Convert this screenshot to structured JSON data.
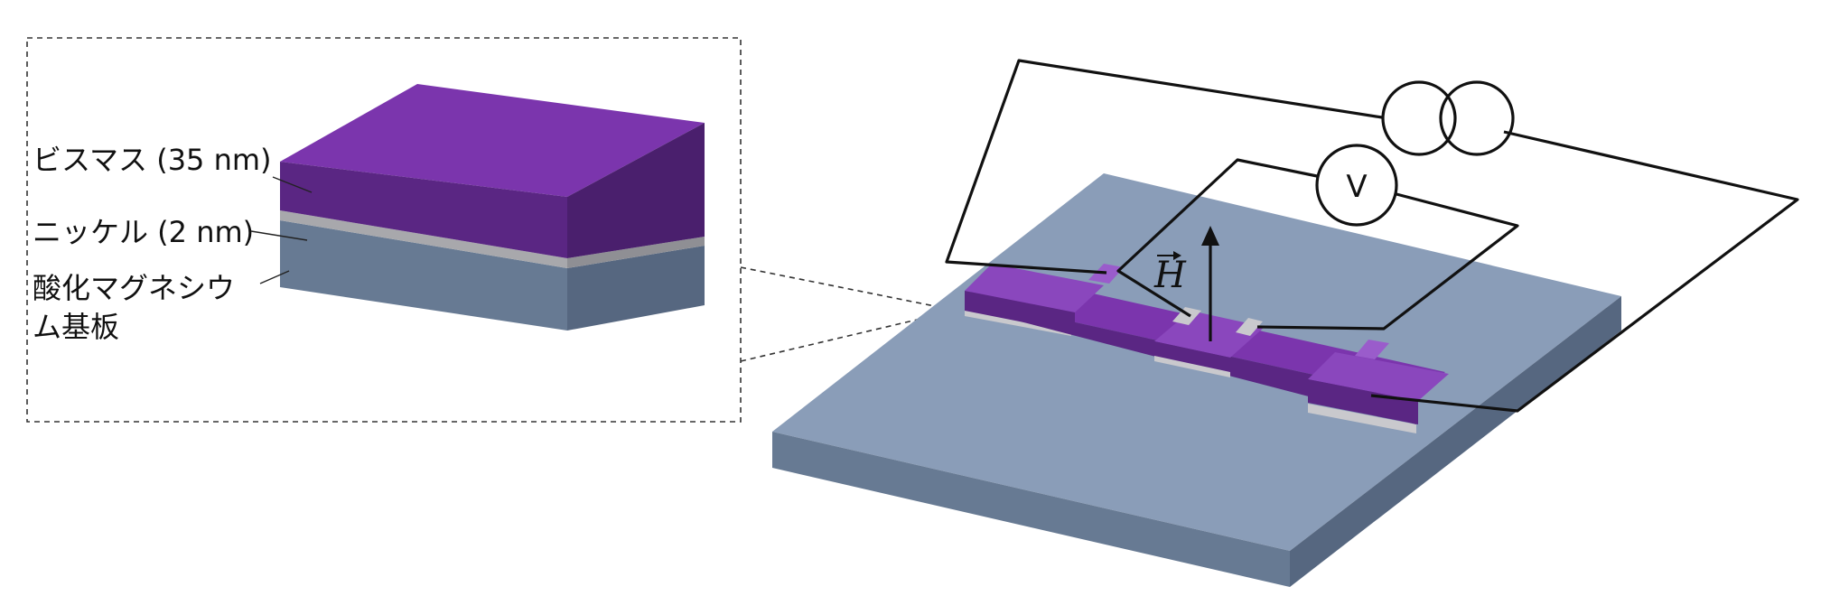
{
  "labels": {
    "bismuth": "ビスマス (35 nm)",
    "nickel": "ニッケル (2 nm)",
    "substrate_line1": "酸化マグネシウ",
    "substrate_line2": "ム基板"
  },
  "symbols": {
    "field": "H",
    "voltmeter": "V"
  },
  "colors": {
    "bismuth_top": "#7b35ad",
    "bismuth_front": "#5a2683",
    "bismuth_side": "#4a1f6d",
    "nickel": "#a8a8ac",
    "substrate_top": "#8a9db8",
    "substrate_front": "#677a93",
    "substrate_side": "#566780",
    "wire": "#111111"
  },
  "icons": {
    "current_source": "current-source-symbol",
    "voltmeter": "voltmeter-symbol",
    "field_arrow": "arrow-up-icon"
  }
}
